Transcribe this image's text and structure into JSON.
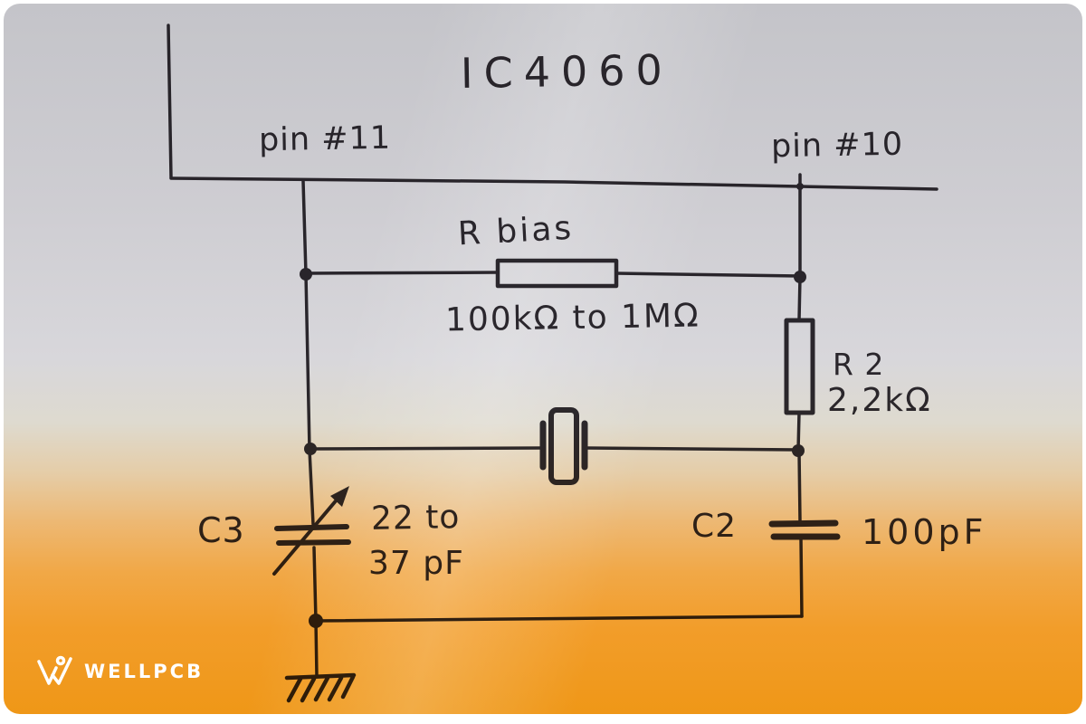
{
  "photo": {
    "title": "IC4060",
    "pins": [
      {
        "label": "pin #11"
      },
      {
        "label": "pin #10"
      }
    ],
    "components": {
      "r_bias": {
        "name": "R bias",
        "value": "100kΩ to 1MΩ"
      },
      "r2": {
        "name": "R 2",
        "value": "2,2kΩ"
      },
      "c3": {
        "name": "C3",
        "value_line1": "22 to",
        "value_line2": "37 pF"
      },
      "c2": {
        "name": "C2",
        "value": "100pF"
      }
    }
  },
  "watermark": {
    "brand": "WELLPCB"
  },
  "colors": {
    "ink": "#312d33",
    "paper_gray": "#d8d7db",
    "bottom_orange": "#f19a1f",
    "logo_white": "#ffffff"
  }
}
